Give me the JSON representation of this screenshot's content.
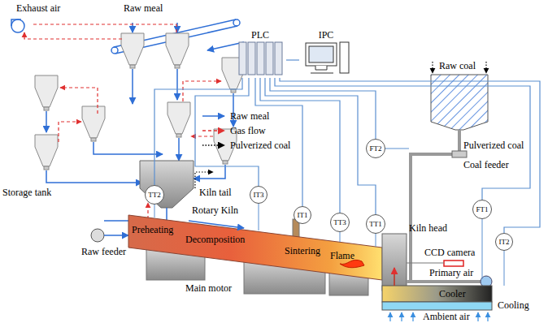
{
  "diagram": {
    "nodes": [
      {
        "text": [
          "PLC"
        ]
      },
      {
        "text": [
          "IPC"
        ]
      },
      {
        "text": [
          "FT2"
        ]
      },
      {
        "text": [
          "TT2"
        ]
      },
      {
        "text": [
          "IT3"
        ]
      },
      {
        "text": [
          "IT1"
        ]
      },
      {
        "text": [
          "TT3"
        ]
      },
      {
        "text": [
          "TT1"
        ]
      },
      {
        "text": [
          "FT1"
        ]
      },
      {
        "text": [
          "IT2"
        ]
      }
    ],
    "edges": [
      {
        "from": 0,
        "to": 1,
        "arrow": "none"
      },
      {
        "from": 2,
        "to": 0,
        "arrow": "none"
      },
      {
        "from": 3,
        "to": 0,
        "arrow": "none"
      },
      {
        "from": 4,
        "to": 0,
        "arrow": "none"
      },
      {
        "from": 5,
        "to": 0,
        "arrow": "none"
      },
      {
        "from": 6,
        "to": 0,
        "arrow": "none"
      },
      {
        "from": 7,
        "to": 0,
        "arrow": "none"
      },
      {
        "from": 8,
        "to": 0,
        "arrow": "none"
      },
      {
        "from": 9,
        "to": 0,
        "arrow": "none"
      }
    ],
    "labels": [
      "Exhaust air",
      "Raw meal",
      "Raw coal",
      "Pulverized coal",
      "Coal feeder",
      "Storage tank",
      "Kiln tail",
      "Rotary Kiln",
      "Preheating",
      "Decomposition",
      "Sintering",
      "Flame",
      "Kiln head",
      "CCD camera",
      "Raw feeder",
      "Main motor",
      "Primary air",
      "Cooler",
      "Cooling",
      "Ambient air"
    ],
    "legend": [
      {
        "text": "Raw meal"
      },
      {
        "text": "Gas flow"
      },
      {
        "text": "Pulverized coal"
      }
    ]
  }
}
